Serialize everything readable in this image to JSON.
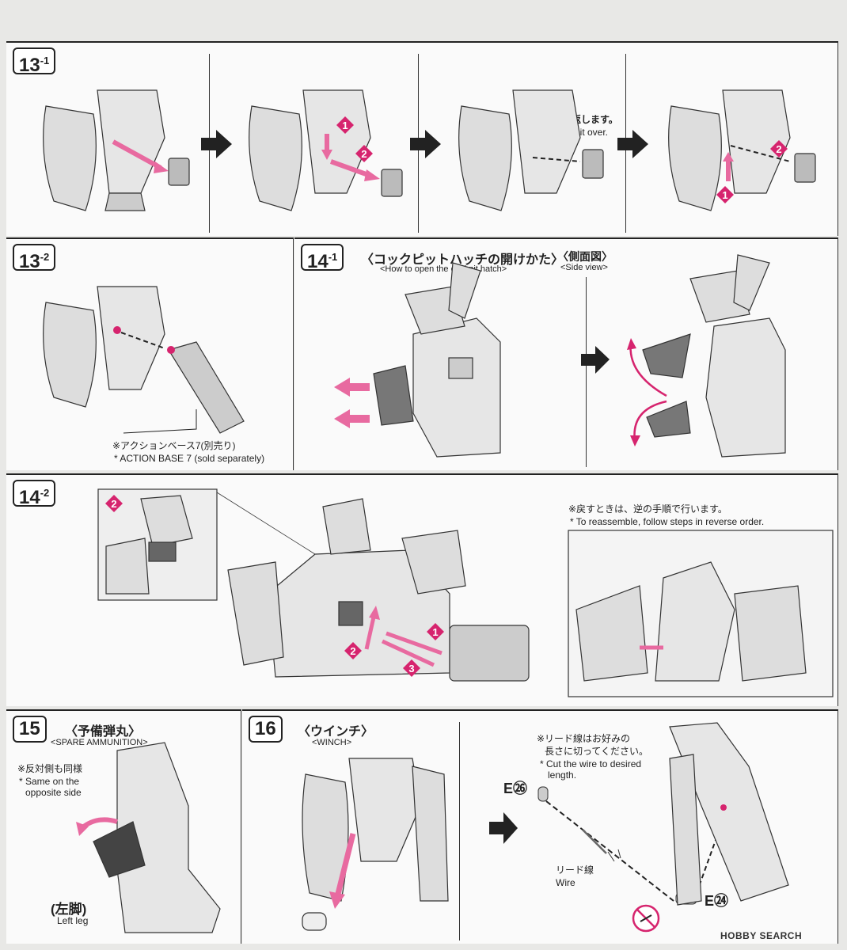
{
  "steps": {
    "s13_1": {
      "num": "13",
      "sub": "-1",
      "flip_jp": "裏返します。",
      "flip_en": "Flip it over."
    },
    "s13_2": {
      "num": "13",
      "sub": "-2",
      "note_jp": "※アクションベース7(別売り)",
      "note_en": "* ACTION BASE 7 (sold separately)"
    },
    "s14_1": {
      "num": "14",
      "sub": "-1",
      "title_jp": "〈コックピットハッチの開けかた〉",
      "title_en": "<How to open the cockpit hatch>",
      "side_jp": "〈側面図〉",
      "side_en": "<Side view>"
    },
    "s14_2": {
      "num": "14",
      "sub": "-2",
      "note_jp": "※戻すときは、逆の手順で行います。",
      "note_en": "* To reassemble, follow steps in reverse order."
    },
    "s15": {
      "num": "15",
      "title_jp": "〈予備弾丸〉",
      "title_en": "<SPARE AMMUNITION>",
      "note_jp": "※反対側も同様",
      "note_en1": "* Same on the",
      "note_en2": "opposite side",
      "leg_jp": "(左脚)",
      "leg_en": "Left leg"
    },
    "s16": {
      "num": "16",
      "title_jp": "〈ウインチ〉",
      "title_en": "<WINCH>",
      "note_jp1": "※リード線はお好みの",
      "note_jp2": "長さに切ってください。",
      "note_en1": "* Cut the wire to desired",
      "note_en2": "length.",
      "part_top": "E㉖",
      "part_bottom": "E㉔",
      "wire_jp": "リード線",
      "wire_en": "Wire"
    }
  },
  "markers": {
    "one": "1",
    "two": "2",
    "three": "3"
  },
  "footer": "HOBBY SEARCH",
  "colors": {
    "accent": "#d6246e",
    "arrow": "#e86aa0",
    "ink": "#222222",
    "paper": "#fafafa"
  }
}
